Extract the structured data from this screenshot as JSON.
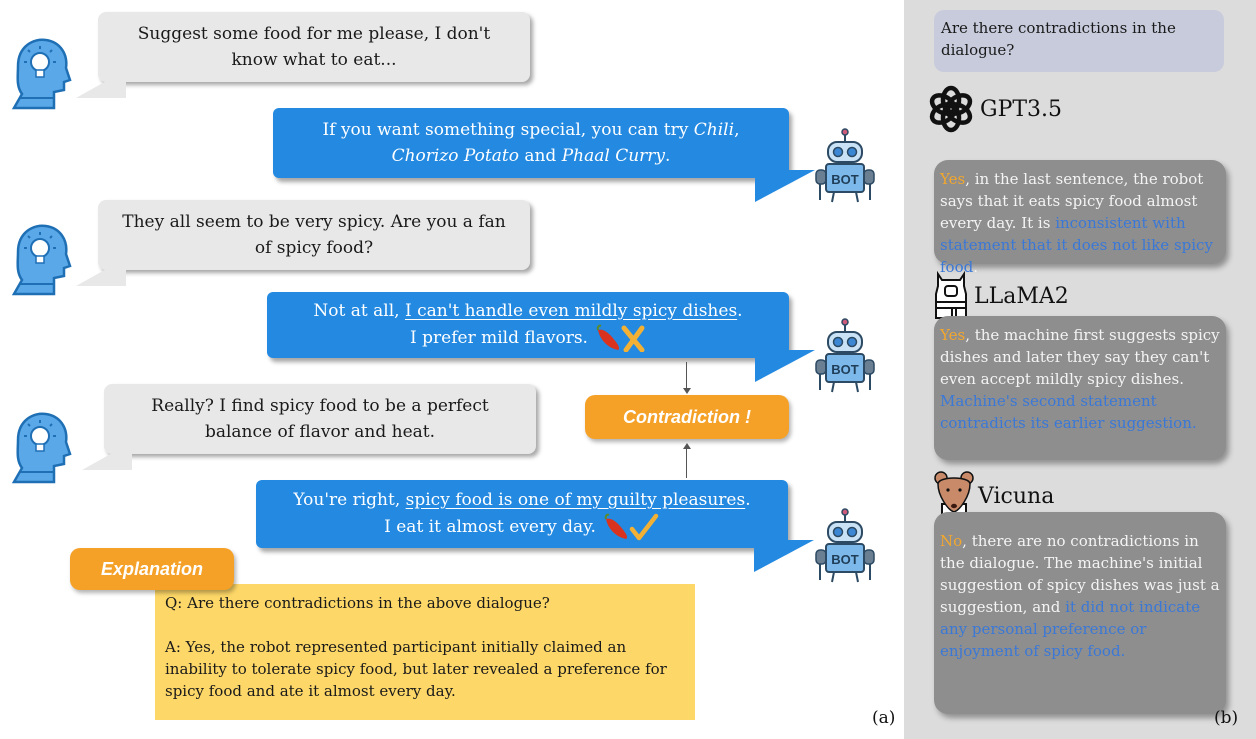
{
  "panel_a": {
    "label": "(a)",
    "dialogue": [
      {
        "speaker": "user",
        "text": "Suggest some food for me please, I don't know what to eat..."
      },
      {
        "speaker": "bot",
        "parts": {
          "pre": "If you want something special, you can try ",
          "item1": "Chili",
          "sep1": ",",
          "item2": "Chorizo Potato",
          "sep2": " and ",
          "item3": "Phaal Curry",
          "end": "."
        }
      },
      {
        "speaker": "user",
        "text": "They all seem to be very spicy. Are you a fan of spicy food?"
      },
      {
        "speaker": "bot",
        "parts": {
          "pre": "Not at all, ",
          "underlined": "I can't handle even mildly spicy dishes",
          "post": ".",
          "line2": "I prefer mild flavors."
        },
        "marker": "cross"
      },
      {
        "speaker": "user",
        "text": "Really? I find spicy food to be a perfect balance of flavor and heat."
      },
      {
        "speaker": "bot",
        "parts": {
          "pre": "You're right, ",
          "underlined": "spicy food is one of my guilty pleasures",
          "post": ".",
          "line2": "I eat it almost every day."
        },
        "marker": "check"
      }
    ],
    "contradiction_label": "Contradiction !",
    "explanation_label": "Explanation",
    "explanation": {
      "question": "Q: Are there contradictions in the above dialogue?",
      "answer": "A: Yes, the robot represented participant initially claimed an inability to tolerate spicy food, but later revealed a preference for spicy food and ate it almost every day."
    },
    "bot_icon_text": "BOT"
  },
  "panel_b": {
    "label": "(b)",
    "question": "Are there contradictions in the dialogue?",
    "models": [
      {
        "name": "GPT3.5",
        "icon": "openai-logo-icon",
        "verdict": "Yes",
        "body": ", in the last sentence, the robot says that it eats spicy food almost every day. It is ",
        "highlight": "inconsistent with statement that it does not like spicy food",
        "tail": "."
      },
      {
        "name": "LLaMA2",
        "icon": "llama-icon",
        "verdict": "Yes",
        "body": ", the machine first suggests spicy dishes and later they say they can't even accept mildly spicy dishes. ",
        "highlight": "Machine's second statement contradicts its earlier suggestion.",
        "tail": ""
      },
      {
        "name": "Vicuna",
        "icon": "vicuna-icon",
        "verdict": "No",
        "body": ", there are no contradictions in the dialogue. The machine's initial suggestion of spicy dishes was just a suggestion, and ",
        "highlight": "it did not indicate any personal preference or enjoyment of spicy food.",
        "tail": ""
      }
    ]
  },
  "colors": {
    "user_bubble": "#e8e8e8",
    "bot_bubble": "#2389e1",
    "orange_tag": "#f5a127",
    "explanation_bg": "#fdd767",
    "panel_bg": "#dcdcdc",
    "question_bg": "#c7cbdc",
    "answer_bg": "#8e8e8e",
    "verdict": "#f3a72c",
    "highlight": "#3a78d8"
  }
}
